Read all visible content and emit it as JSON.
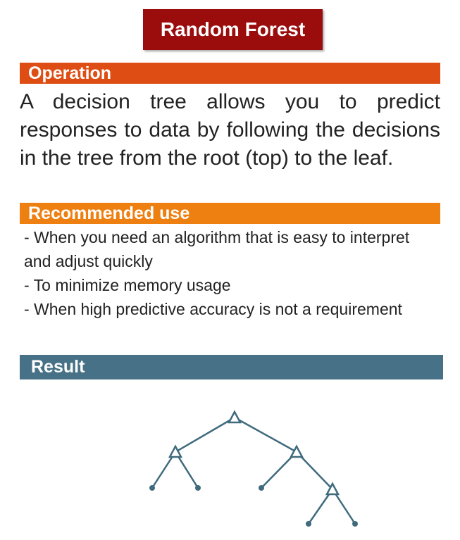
{
  "title": "Random Forest",
  "operation": {
    "heading": "Operation",
    "text": "A decision tree allows you to predict responses to data by following the decisions in the tree from the root (top) to the leaf."
  },
  "recommended": {
    "heading": "Recommended use",
    "items": [
      "- When you need an algorithm that is easy to interpret and adjust quickly",
      "- To minimize memory usage",
      "- When high predictive accuracy is not a requirement"
    ]
  },
  "result": {
    "heading": "Result"
  },
  "colors": {
    "title_bg": "#9b0c0c",
    "operation_bar": "#de4e14",
    "recommended_bar": "#ee8012",
    "result_bar": "#467186",
    "tree_stroke": "#3f6b7d"
  },
  "tree_diagram": {
    "nodes": [
      {
        "id": "root",
        "kind": "decision"
      },
      {
        "id": "left",
        "kind": "decision",
        "parent": "root"
      },
      {
        "id": "right",
        "kind": "decision",
        "parent": "root"
      },
      {
        "id": "left-leaf-1",
        "kind": "leaf",
        "parent": "left"
      },
      {
        "id": "left-leaf-2",
        "kind": "leaf",
        "parent": "left"
      },
      {
        "id": "right-leaf-1",
        "kind": "leaf",
        "parent": "right"
      },
      {
        "id": "right-child",
        "kind": "decision",
        "parent": "right"
      },
      {
        "id": "right-child-leaf-1",
        "kind": "leaf",
        "parent": "right-child"
      },
      {
        "id": "right-child-leaf-2",
        "kind": "leaf",
        "parent": "right-child"
      }
    ]
  }
}
